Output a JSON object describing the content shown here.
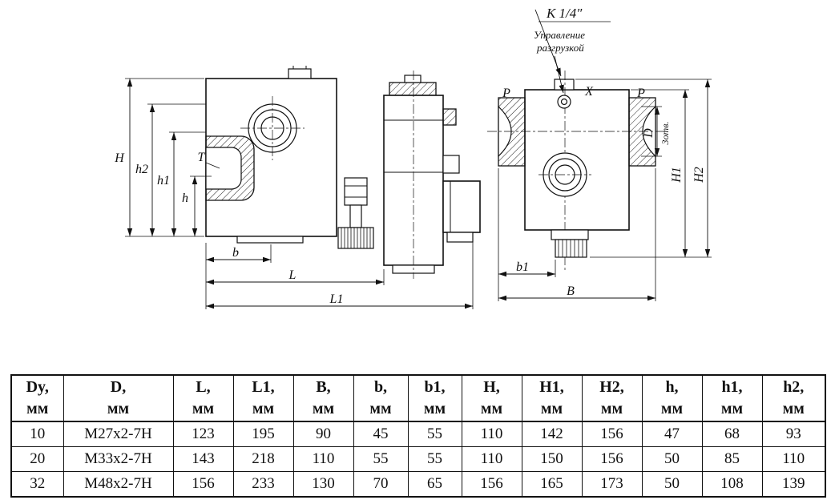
{
  "drawing": {
    "callout_thread": "К 1/4″",
    "callout_note_1": "Управление",
    "callout_note_2": "разгрузкой",
    "labels": {
      "H": "H",
      "h2": "h2",
      "h1": "h1",
      "h": "h",
      "T": "T",
      "b": "b",
      "L": "L",
      "L1": "L1",
      "P_left": "P",
      "X": "X",
      "P_right": "P",
      "D": "D",
      "holes": "3отв.",
      "H1": "H1",
      "H2": "H2",
      "b1": "b1",
      "B": "B"
    }
  },
  "table": {
    "headers": [
      {
        "label": "Dy,",
        "unit": "мм"
      },
      {
        "label": "D,",
        "unit": "мм"
      },
      {
        "label": "L,",
        "unit": "мм"
      },
      {
        "label": "L1,",
        "unit": "мм"
      },
      {
        "label": "B,",
        "unit": "мм"
      },
      {
        "label": "b,",
        "unit": "мм"
      },
      {
        "label": "b1,",
        "unit": "мм"
      },
      {
        "label": "H,",
        "unit": "мм"
      },
      {
        "label": "H1,",
        "unit": "мм"
      },
      {
        "label": "H2,",
        "unit": "мм"
      },
      {
        "label": "h,",
        "unit": "мм"
      },
      {
        "label": "h1,",
        "unit": "мм"
      },
      {
        "label": "h2,",
        "unit": "мм"
      }
    ],
    "rows": [
      [
        "10",
        "М27х2-7Н",
        "123",
        "195",
        "90",
        "45",
        "55",
        "110",
        "142",
        "156",
        "47",
        "68",
        "93"
      ],
      [
        "20",
        "М33х2-7Н",
        "143",
        "218",
        "110",
        "55",
        "55",
        "110",
        "150",
        "156",
        "50",
        "85",
        "110"
      ],
      [
        "32",
        "М48х2-7Н",
        "156",
        "233",
        "130",
        "70",
        "65",
        "156",
        "165",
        "173",
        "50",
        "108",
        "139"
      ]
    ]
  }
}
